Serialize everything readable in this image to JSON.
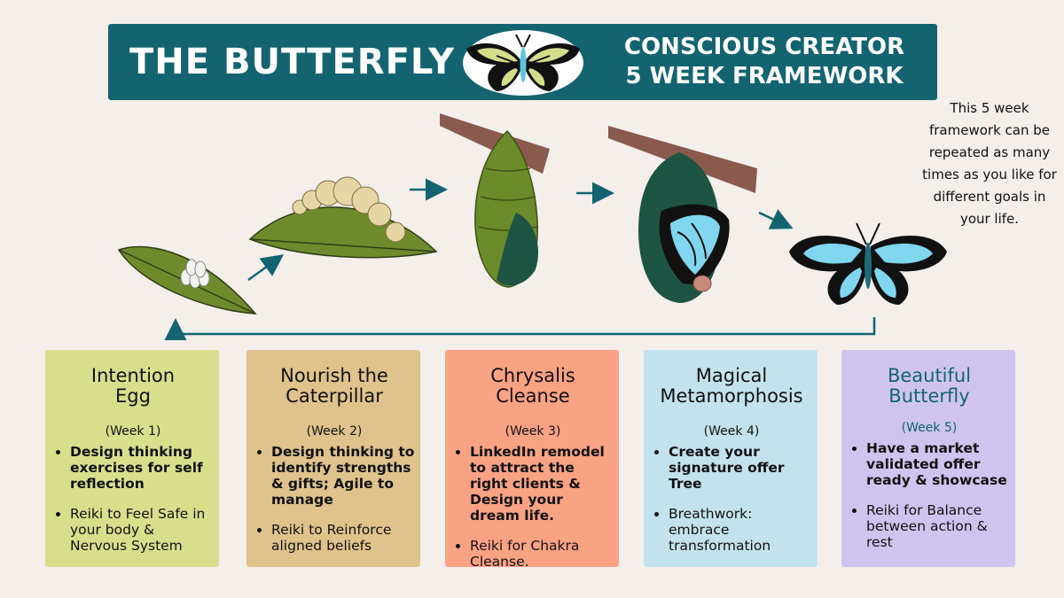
{
  "header": {
    "left_title": "THE BUTTERFLY",
    "right_title_line1": "CONSCIOUS CREATOR",
    "right_title_line2": "5 WEEK FRAMEWORK"
  },
  "side_note": "This 5 week framework can be repeated as many times as you like for different goals in your life.",
  "colors": {
    "banner": "#136470",
    "card_1": "#d8df8c",
    "card_2": "#dfc38c",
    "card_3": "#f9a284",
    "card_4": "#c3e2ed",
    "card_5": "#cfc4ee",
    "arrow": "#136470"
  },
  "stages": [
    {
      "title_line1": "Intention",
      "title_line2": "Egg",
      "week": "(Week 1)",
      "bullet1": "Design thinking exercises for self reflection",
      "bullet2": "Reiki to Feel Safe in your body & Nervous System"
    },
    {
      "title_line1": "Nourish the",
      "title_line2": "Caterpillar",
      "week": "(Week 2)",
      "bullet1": "Design thinking to identify strengths & gifts; Agile to manage",
      "bullet2": "Reiki to Reinforce aligned beliefs"
    },
    {
      "title_line1": "Chrysalis",
      "title_line2": "Cleanse",
      "week": "(Week 3)",
      "bullet1": "LinkedIn remodel to attract the right clients & Design your dream life.",
      "bullet2": "Reiki for Chakra Cleanse."
    },
    {
      "title_line1": "Magical",
      "title_line2": "Metamorphosis",
      "week": "(Week 4)",
      "bullet1": "Create your signature offer Tree",
      "bullet2": "Breathwork: embrace transformation"
    },
    {
      "title_line1": "Beautiful",
      "title_line2": "Butterfly",
      "week": "(Week 5)",
      "bullet1": "Have a market validated offer ready & showcase",
      "bullet2": "Reiki for Balance between action & rest"
    }
  ]
}
